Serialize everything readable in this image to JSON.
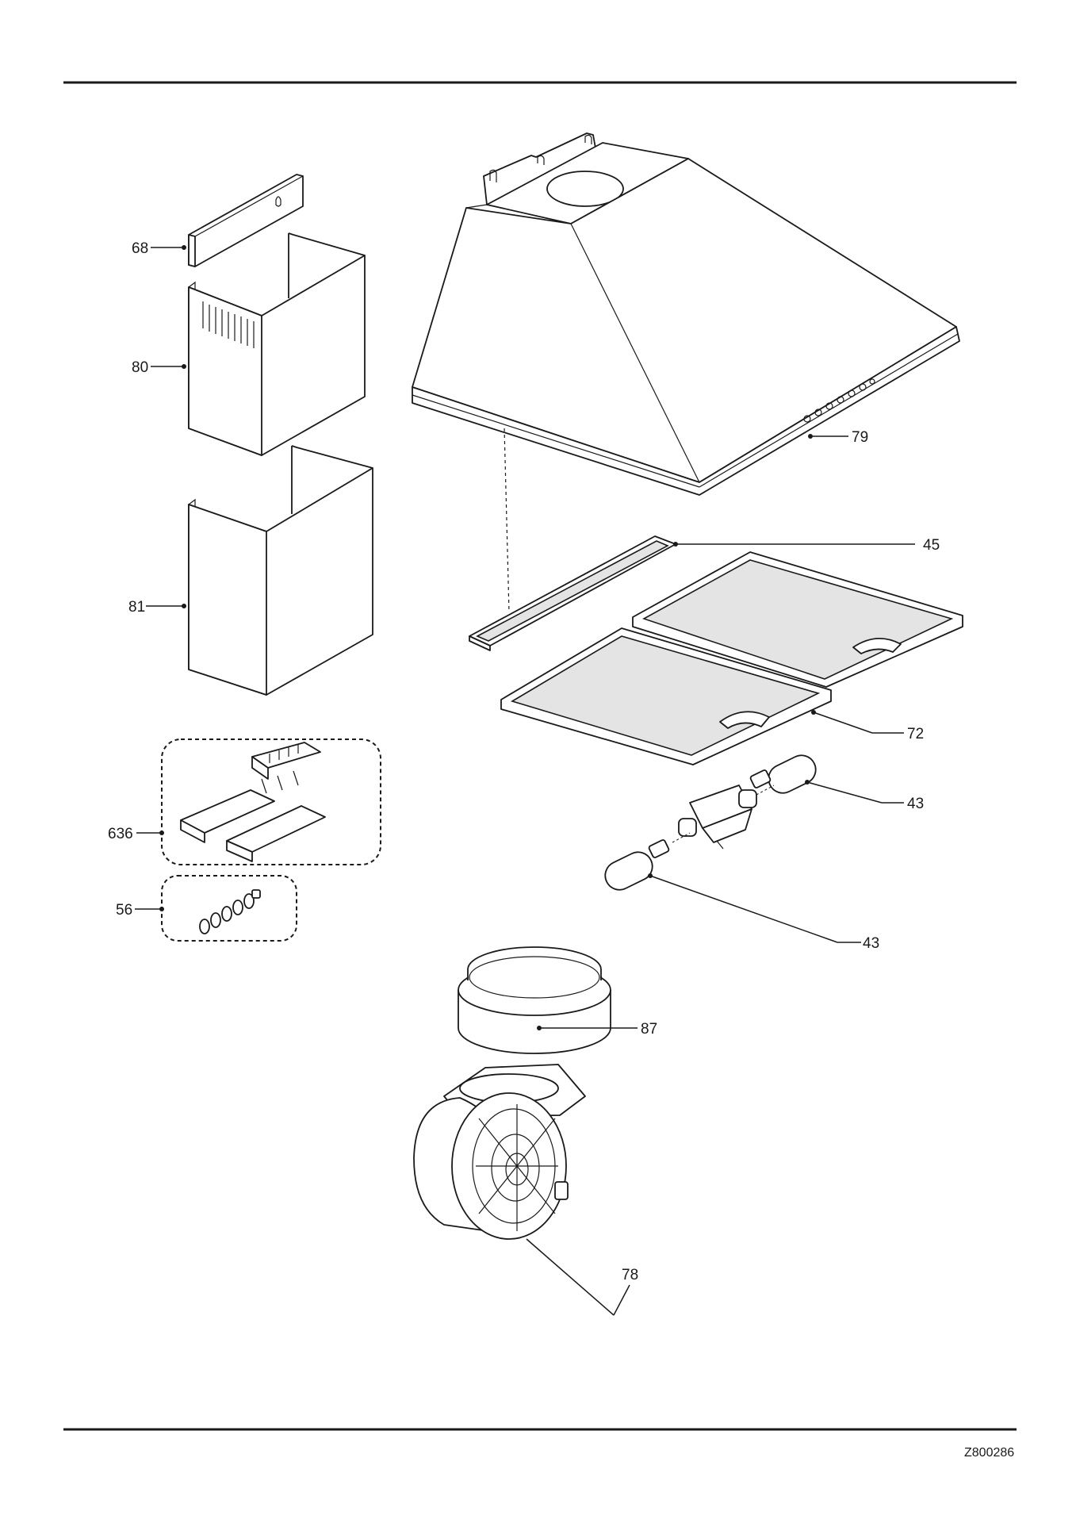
{
  "parts": [
    {
      "id": "68",
      "label": "68"
    },
    {
      "id": "80",
      "label": "80"
    },
    {
      "id": "81",
      "label": "81"
    },
    {
      "id": "636",
      "label": "636"
    },
    {
      "id": "56",
      "label": "56"
    },
    {
      "id": "79",
      "label": "79"
    },
    {
      "id": "45",
      "label": "45"
    },
    {
      "id": "72",
      "label": "72"
    },
    {
      "id": "43a",
      "label": "43"
    },
    {
      "id": "43b",
      "label": "43"
    },
    {
      "id": "87",
      "label": "87"
    },
    {
      "id": "78",
      "label": "78"
    }
  ],
  "footer": {
    "code": "Z800286"
  }
}
